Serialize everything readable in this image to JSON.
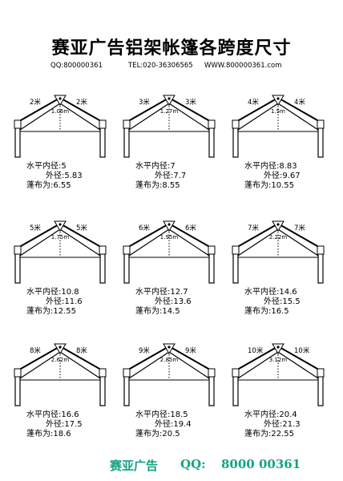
{
  "header": {
    "title": "赛亚广告铝架帐篷各跨度尺寸",
    "qq": "QQ:800000361",
    "tel": "TEL:020-36306565",
    "website": "WWW.800000361.com"
  },
  "diagrams": [
    {
      "span": "2米",
      "height": "1.06m",
      "inner_label": "水平内径:5",
      "outer_label": "外径:5.83",
      "canopy_label": "蓬布为:6.55"
    },
    {
      "span": "3米",
      "height": "1.27m",
      "inner_label": "水平内径:7",
      "outer_label": "外径:7.7",
      "canopy_label": "蓬布为:8.55"
    },
    {
      "span": "4米",
      "height": "1.5m",
      "inner_label": "水平内径:8.83",
      "outer_label": "外径:9.67",
      "canopy_label": "蓬布为:10.55"
    },
    {
      "span": "5米",
      "height": "1.75m",
      "inner_label": "水平内径:10.8",
      "outer_label": "外径:11.6",
      "canopy_label": "蓬布为:12.55"
    },
    {
      "span": "6米",
      "height": "1.95m",
      "inner_label": "水平内径:12.7",
      "outer_label": "外径:13.6",
      "canopy_label": "蓬布为:14.5"
    },
    {
      "span": "7米",
      "height": "2.22m",
      "inner_label": "水平内径:14.6",
      "outer_label": "外径:15.5",
      "canopy_label": "蓬布为:16.5"
    },
    {
      "span": "8米",
      "height": "2.62m",
      "inner_label": "水平内径:16.6",
      "outer_label": "外径:17.5",
      "canopy_label": "蓬布为:18.6"
    },
    {
      "span": "9米",
      "height": "2.85m",
      "inner_label": "水平内径:18.5",
      "outer_label": "外径:19.4",
      "canopy_label": "蓬布为:20.5"
    },
    {
      "span": "10米",
      "height": "3.12m",
      "inner_label": "水平内径:20.4",
      "outer_label": "外径:21.3",
      "canopy_label": "蓬布为:22.55"
    }
  ],
  "footer": {
    "brand": "赛亚广告",
    "qq_label": "QQ:",
    "qq_number": "8000 00361"
  }
}
